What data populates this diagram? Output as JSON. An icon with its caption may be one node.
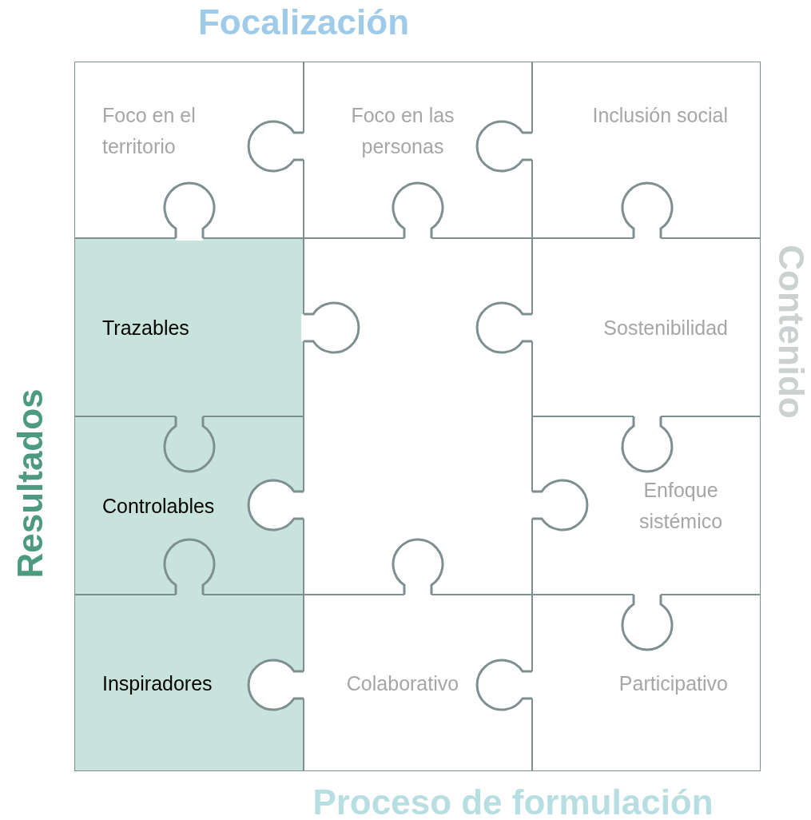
{
  "diagram": {
    "nodes": [
      {
        "text": [
          "Foco en el territorio"
        ]
      },
      {
        "text": [
          "Foco en las personas"
        ]
      },
      {
        "text": [
          "Inclusión social"
        ]
      },
      {
        "text": [
          "Trazables"
        ]
      },
      {
        "text": [],
        "shape": "box"
      },
      {
        "text": [
          "Sostenibilidad"
        ]
      },
      {
        "text": [
          "Controlables"
        ]
      },
      {
        "text": [
          "Enfoque sistémico"
        ]
      },
      {
        "text": [
          "Inspiradores"
        ]
      },
      {
        "text": [
          "Colaborativo"
        ]
      },
      {
        "text": [
          "Participativo"
        ]
      }
    ],
    "labels": [
      "Focalización",
      "Contenido",
      "Resultados",
      "Proceso de formulación"
    ]
  }
}
